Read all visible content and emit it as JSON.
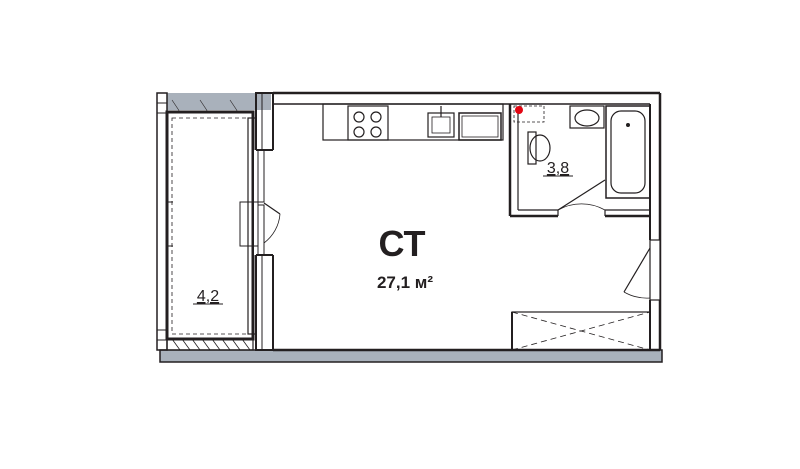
{
  "plan": {
    "unit_type": "СТ",
    "unit_area": "27,1 м²",
    "rooms": [
      {
        "id": "balcony",
        "area": "4,2"
      },
      {
        "id": "bathroom",
        "area": "3,8"
      }
    ],
    "colors": {
      "wall": "#231f20",
      "glazing": "#a9b1bb",
      "fixture_stroke": "#231f20",
      "marker": "#e30613"
    }
  }
}
